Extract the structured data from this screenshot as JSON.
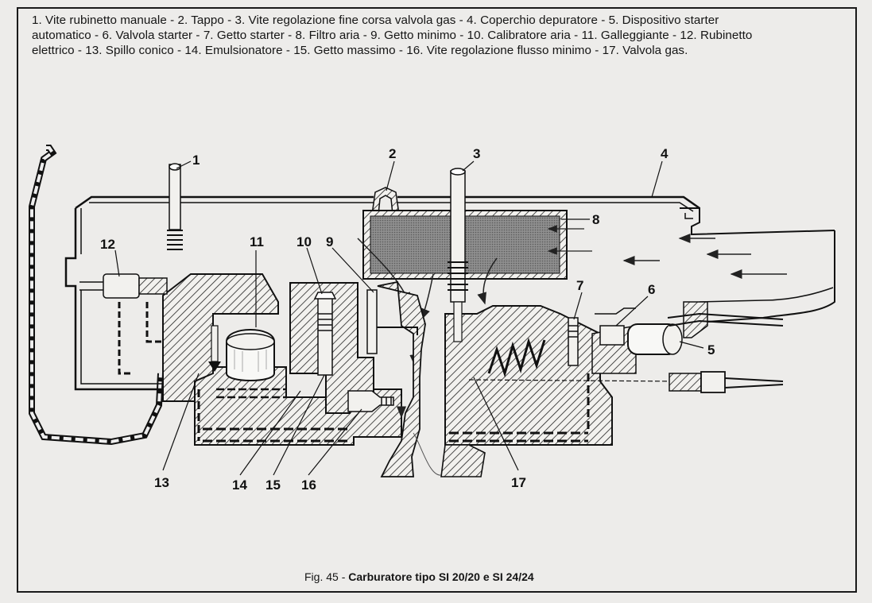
{
  "legend": {
    "line1": "1. Vite rubinetto manuale - 2. Tappo - 3. Vite regolazione fine corsa valvola gas - 4. Coperchio depuratore - 5. Dispositivo starter",
    "line2": "automatico - 6. Valvola starter - 7. Getto starter - 8. Filtro aria - 9. Getto minimo - 10. Calibratore aria - 11. Galleggiante - 12. Rubinetto",
    "line3": "elettrico - 13. Spillo conico - 14. Emulsionatore - 15. Getto massimo - 16. Vite regolazione flusso minimo - 17. Valvola gas."
  },
  "callouts": [
    "1",
    "2",
    "3",
    "4",
    "5",
    "6",
    "7",
    "8",
    "9",
    "10",
    "11",
    "12",
    "13",
    "14",
    "15",
    "16",
    "17"
  ],
  "caption": {
    "prefix": "Fig. 45 - ",
    "title": "Carburatore tipo SI 20/20 e SI 24/24"
  }
}
